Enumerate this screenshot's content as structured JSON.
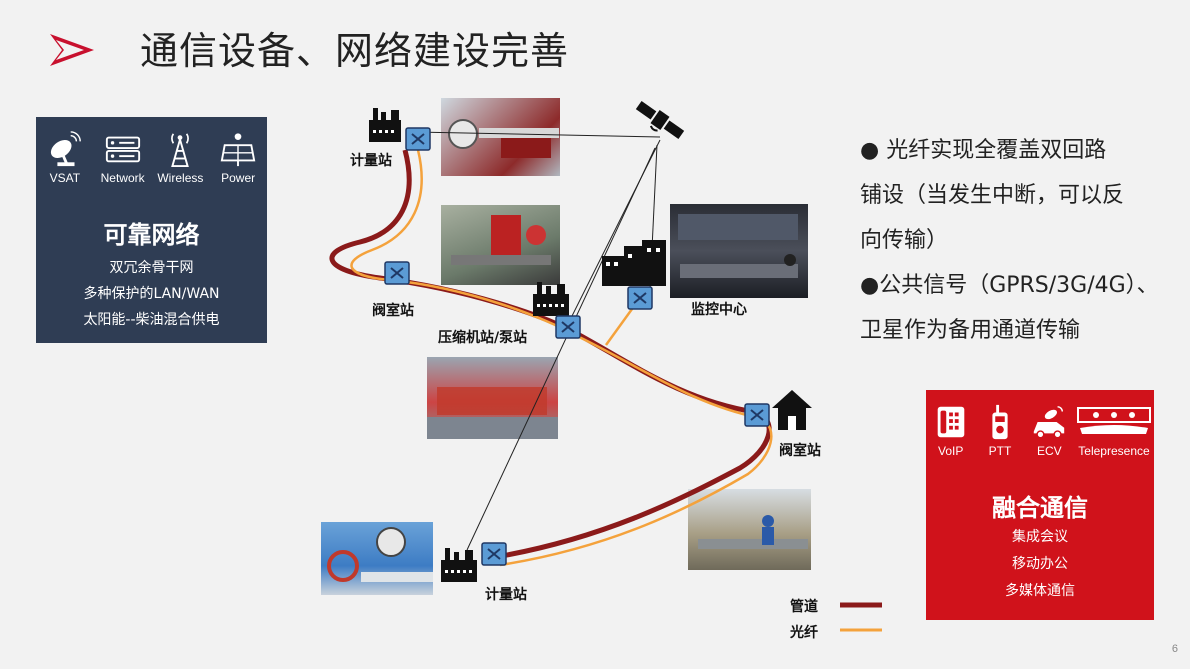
{
  "title": "通信设备、网络建设完善",
  "left_panel": {
    "icons": [
      {
        "icon": "vsat-dish-icon",
        "label": "VSAT"
      },
      {
        "icon": "network-switch-icon",
        "label": "Network"
      },
      {
        "icon": "wireless-tower-icon",
        "label": "Wireless"
      },
      {
        "icon": "solar-power-icon",
        "label": "Power"
      }
    ],
    "heading": "可靠网络",
    "lines": [
      "双冗余骨干网",
      "多种保护的LAN/WAN",
      "太阳能--柴油混合供电"
    ]
  },
  "right_panel": {
    "icons": [
      {
        "icon": "voip-phone-icon",
        "label": "VoIP"
      },
      {
        "icon": "ptt-radio-icon",
        "label": "PTT"
      },
      {
        "icon": "ecv-vehicle-icon",
        "label": "ECV"
      },
      {
        "icon": "telepresence-icon",
        "label": "Telepresence"
      }
    ],
    "heading": "融合通信",
    "lines": [
      "集成会议",
      "移动办公",
      "多媒体通信"
    ]
  },
  "bullets": [
    "●   光纤实现全覆盖双回路",
    "铺设（当发生中断，可以反",
    "向传输）",
    "●公共信号（GPRS/3G/4G）、",
    "卫星作为备用通道传输"
  ],
  "nodes": {
    "metering_top": "计量站",
    "valve_left": "阀室站",
    "compressor": "压缩机站/泵站",
    "monitor": "监控中心",
    "valve_right": "阀室站",
    "metering_bottom": "计量站"
  },
  "legend": {
    "pipeline": "管道",
    "fiber": "光纤"
  },
  "colors": {
    "pipeline": "#8b1a1a",
    "fiber": "#f4a23c",
    "left_panel": "#2f3d54",
    "right_panel": "#d0121b",
    "accent": "#c8102e"
  },
  "page_number": "6"
}
